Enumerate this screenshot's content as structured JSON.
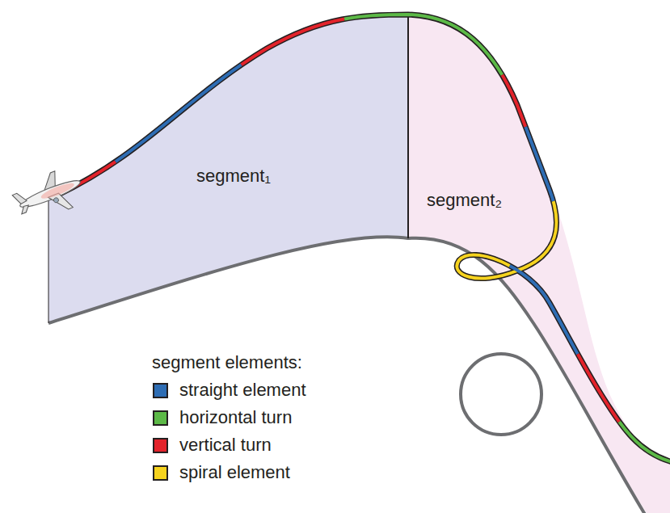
{
  "diagram": {
    "nodes": [
      {
        "text": [
          "segment₁"
        ]
      },
      {
        "text": [
          "segment₂"
        ]
      }
    ],
    "labels": [
      "segment elements:"
    ],
    "legend": [
      {
        "text": "straight element",
        "color": "#2e6db4"
      },
      {
        "text": "horizontal turn",
        "color": "#5cb947"
      },
      {
        "text": "vertical turn",
        "color": "#e3232b"
      },
      {
        "text": "spiral element",
        "color": "#f6d31f"
      }
    ]
  }
}
